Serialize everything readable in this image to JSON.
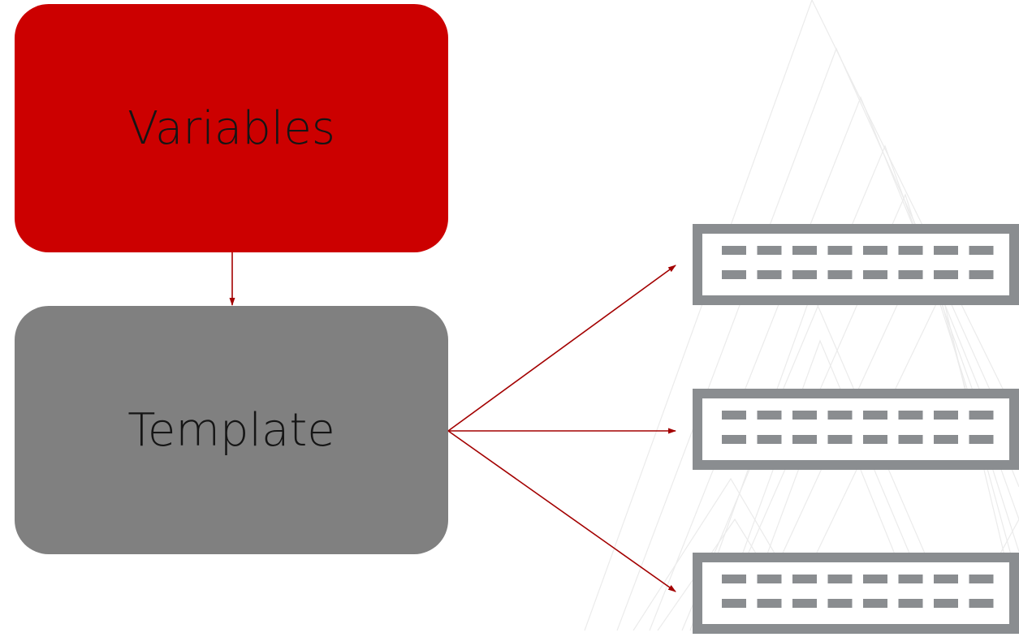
{
  "diagram": {
    "nodes": [
      {
        "id": "variables",
        "label": "Variables",
        "color": "#cc0000"
      },
      {
        "id": "template",
        "label": "Template",
        "color": "#808080"
      }
    ],
    "edges": [
      {
        "from": "variables",
        "to": "template"
      },
      {
        "from": "template",
        "to": "device-1"
      },
      {
        "from": "template",
        "to": "device-2"
      },
      {
        "from": "template",
        "to": "device-3"
      }
    ],
    "devices": [
      {
        "id": "device-1",
        "icon": "network-switch-icon"
      },
      {
        "id": "device-2",
        "icon": "network-switch-icon"
      },
      {
        "id": "device-3",
        "icon": "network-switch-icon"
      }
    ]
  },
  "colors": {
    "accent": "#cc0000",
    "arrow": "#a30000",
    "template": "#808080",
    "device": "#8a8d90",
    "background_lines": "#e8e8e8"
  }
}
